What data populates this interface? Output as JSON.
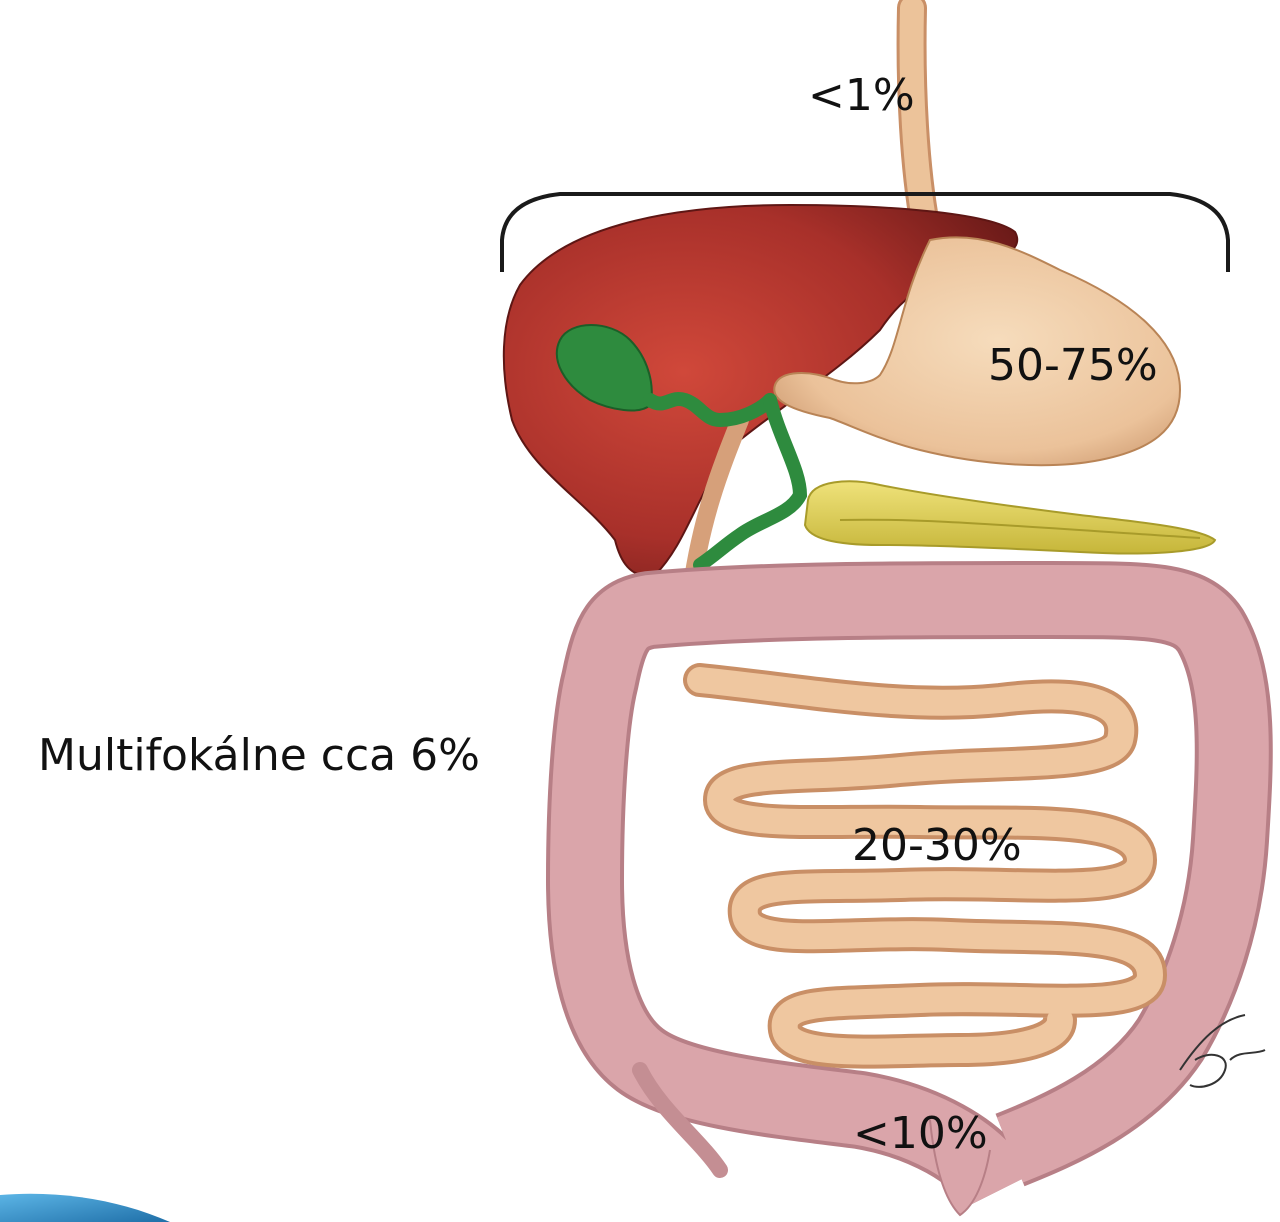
{
  "labels": {
    "esophagus": "<1%",
    "stomach": "50-75%",
    "small_intestine": "20-30%",
    "colon_rectum": "<10%",
    "multifocal": "Multifokálne cca 6%"
  },
  "signature": "Bailey",
  "colors": {
    "liver": "#a8302a",
    "gallbladder": "#2e8b3e",
    "stomach": "#ecc39a",
    "esophagus": "#e8bb90",
    "pancreas": "#ddd052",
    "small_intestine": "#eec49b",
    "colon": "#d9a3a8",
    "corner_accent": "#2a8fc8"
  }
}
